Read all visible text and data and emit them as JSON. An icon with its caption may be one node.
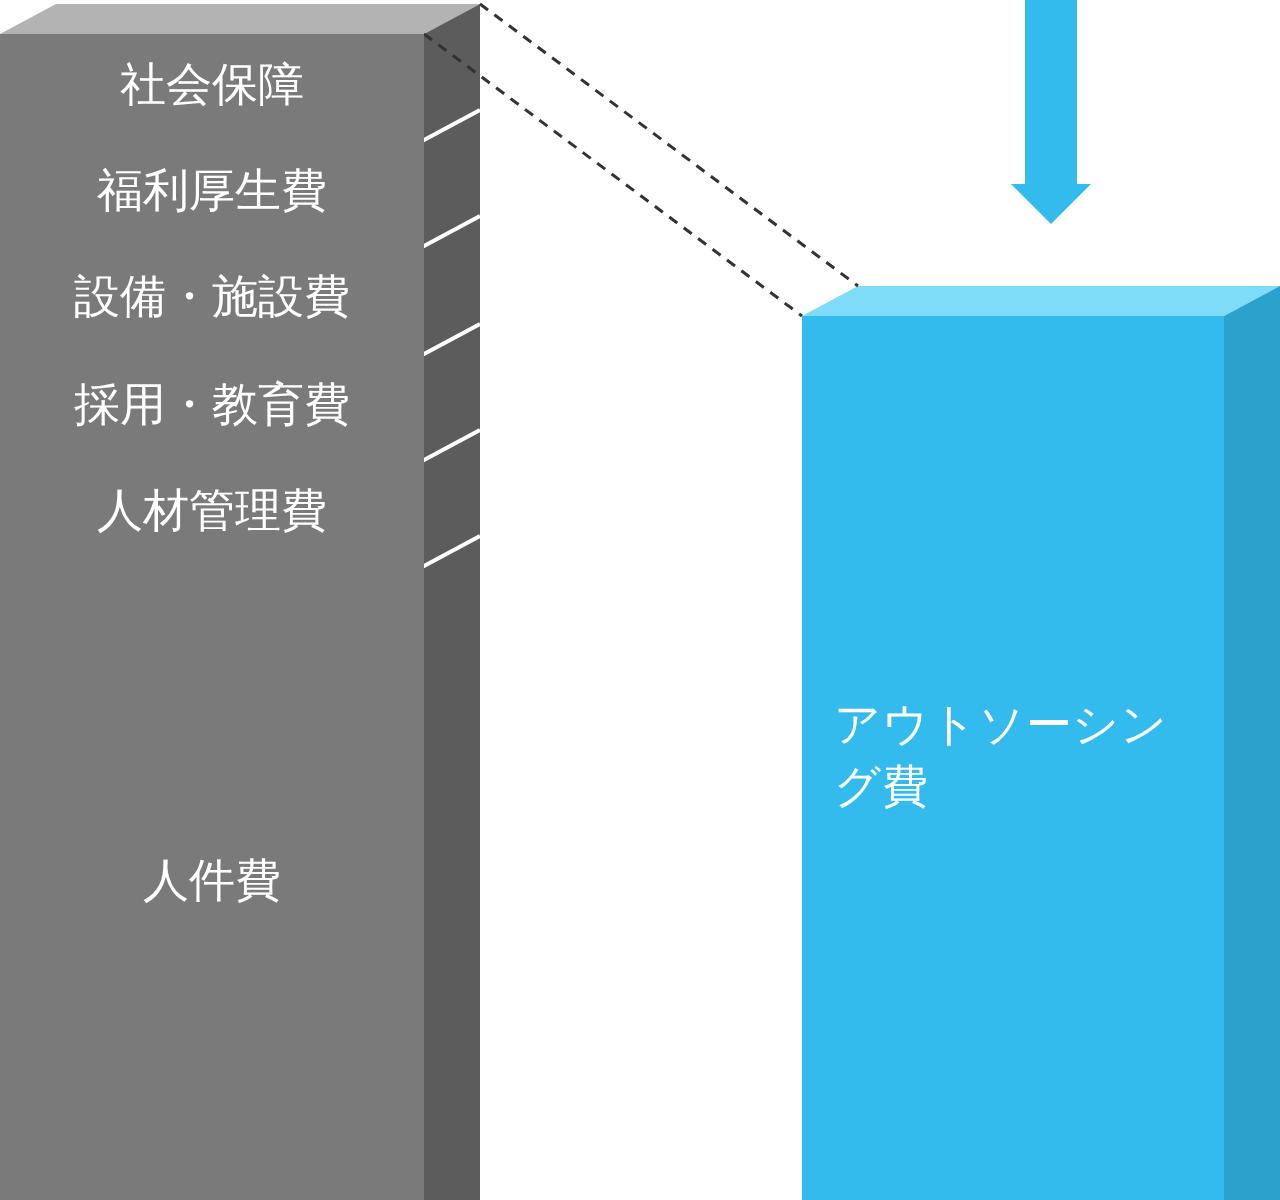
{
  "diagram": {
    "nodes": [
      {
        "text": [
          "社会保障"
        ]
      },
      {
        "text": [
          "福利厚生費"
        ]
      },
      {
        "text": [
          "設備・施設費"
        ]
      },
      {
        "text": [
          "採用・教育費"
        ]
      },
      {
        "text": [
          "人材管理費"
        ]
      },
      {
        "text": [
          "人件費"
        ]
      },
      {
        "text": [
          "アウトソーシング費"
        ]
      }
    ],
    "edges": [
      {
        "from": 0,
        "to": 6,
        "arrow": "none",
        "style": "dashed"
      },
      {
        "from": null,
        "to": 6,
        "arrow": "to",
        "style": "thick",
        "color": "#33bbee"
      }
    ]
  }
}
